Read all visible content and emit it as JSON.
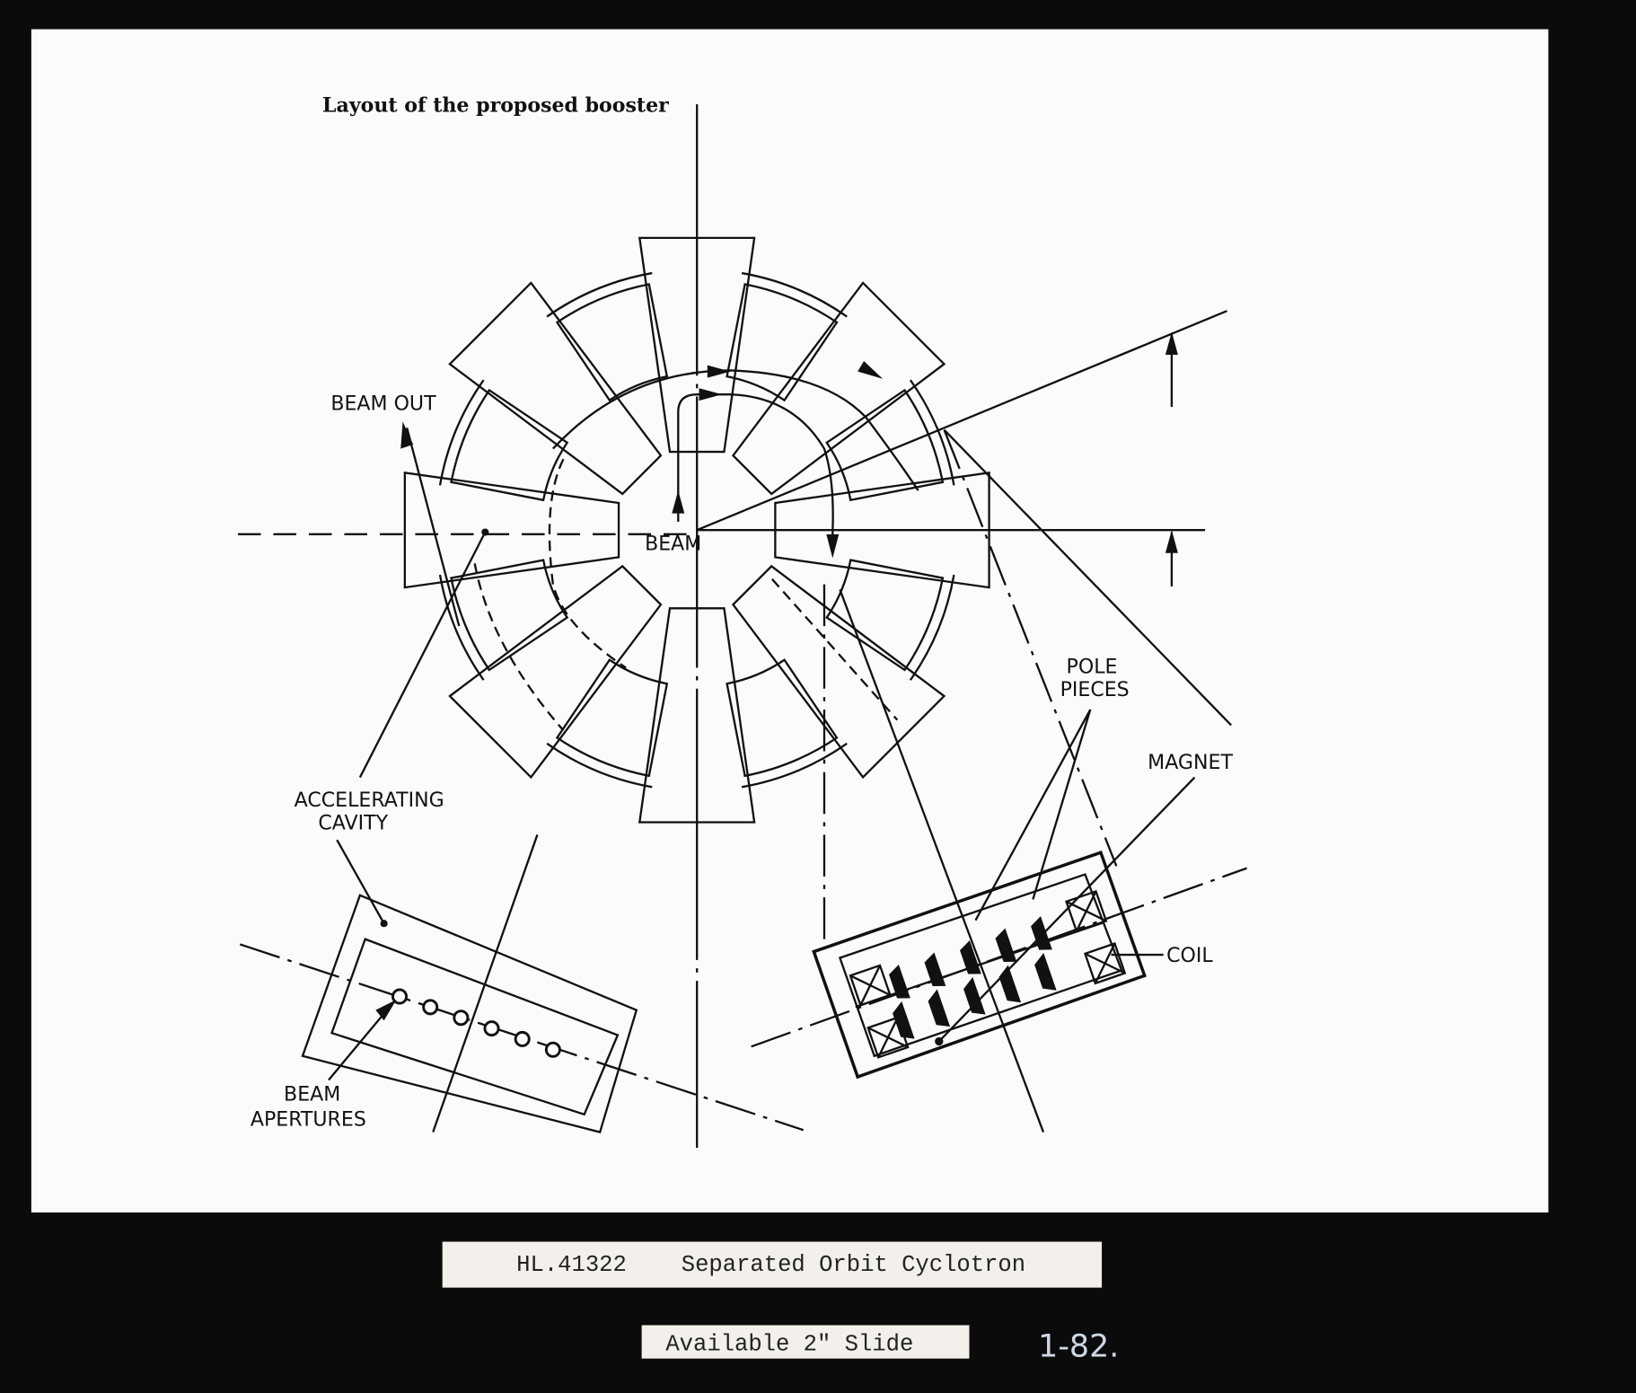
{
  "figure": {
    "title": "Layout of the proposed booster",
    "labels": {
      "beam_out": "BEAM OUT",
      "beam": "BEAM",
      "pole_pieces": [
        "POLE",
        "PIECES"
      ],
      "magnet": "MAGNET",
      "accelerating_cavity": [
        "ACCELERATING",
        "CAVITY"
      ],
      "coil": "COIL",
      "beam_apertures": [
        "BEAM",
        "APERTURES"
      ]
    }
  },
  "caption": {
    "reference": "HL.41322",
    "title": "Separated Orbit Cyclotron",
    "slide_note": "Available 2\" Slide",
    "handwritten": "1-82."
  },
  "colors": {
    "background": "#0b0b0b",
    "paper": "#fbfbf9",
    "ink": "#111111",
    "label_strip": "#f3efea"
  }
}
